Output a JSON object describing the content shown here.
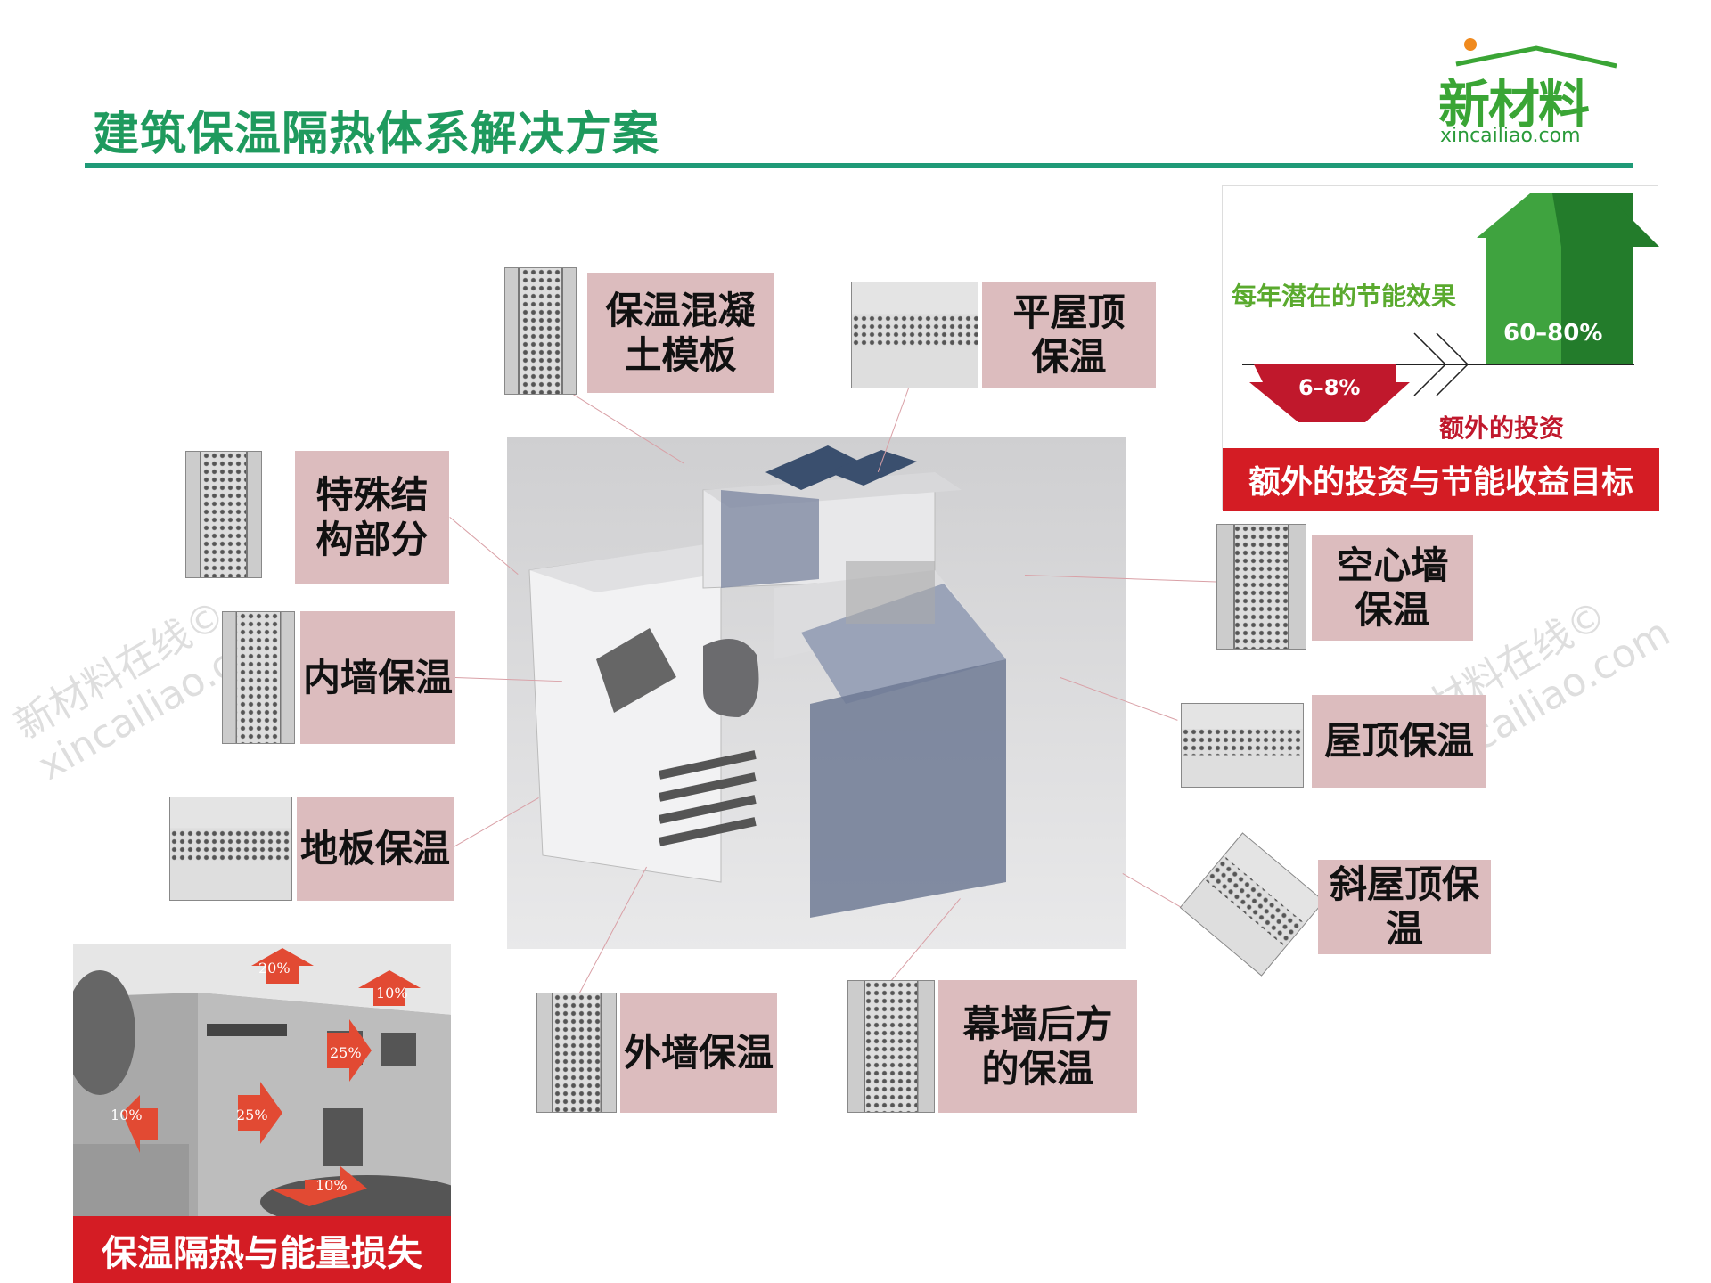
{
  "header": {
    "title": "建筑保温隔热体系解决方案",
    "logo_cn": "新材料",
    "logo_en": "xincailiao.com"
  },
  "labels": {
    "concrete_formwork": "保温混凝土模板",
    "flat_roof": "平屋顶保温",
    "special_structure": "特殊结构部分",
    "inner_wall": "内墙保温",
    "floor": "地板保温",
    "outer_wall": "外墙保温",
    "curtain_wall": "幕墙后方的保温",
    "cavity_wall": "空心墙保温",
    "roof": "屋顶保温",
    "pitched_roof": "斜屋顶保温"
  },
  "investment_panel": {
    "savings_label": "每年潜在的节能效果",
    "savings_value": "60–80%",
    "invest_value": "6–8%",
    "invest_label": "额外的投资",
    "caption": "额外的投资与节能收益目标",
    "colors": {
      "green": "#3fa33f",
      "red": "#c0182c"
    }
  },
  "energy_loss": {
    "caption": "保温隔热与能量损失",
    "roof_main": "20%",
    "roof_side": "10%",
    "upper_wall": "25%",
    "lower_wall": "25%",
    "window": "10%",
    "floor": "10%"
  },
  "watermark": [
    "新材料在线©",
    "xincailiao.com"
  ]
}
